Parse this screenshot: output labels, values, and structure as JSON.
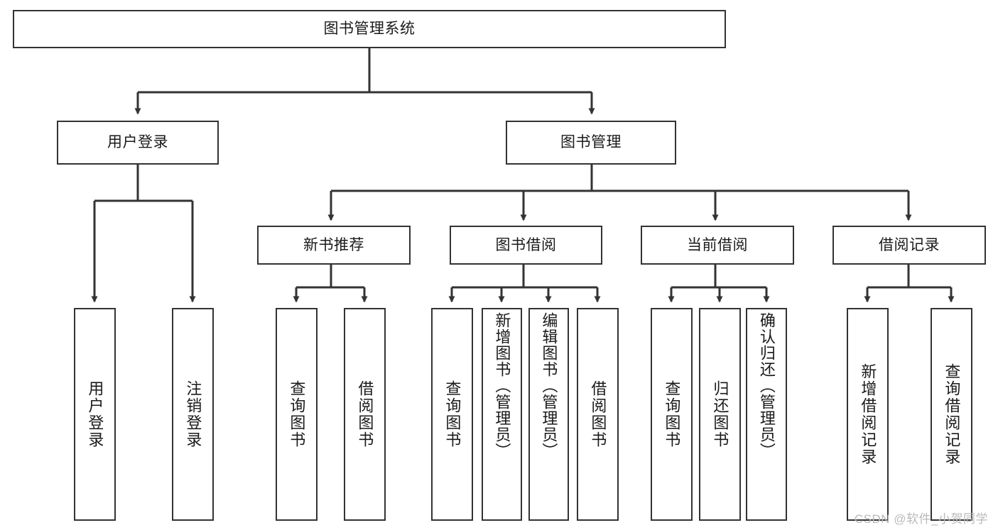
{
  "diagram": {
    "title": "图书管理系统",
    "type": "hierarchy-tree",
    "watermark": "CSDN @软件_小贺同学",
    "nodes": {
      "root": {
        "label": "图书管理系统"
      },
      "level1": [
        {
          "id": "user-login",
          "label": "用户登录"
        },
        {
          "id": "book-management",
          "label": "图书管理"
        }
      ],
      "level2": [
        {
          "id": "new-book-recommend",
          "label": "新书推荐"
        },
        {
          "id": "book-borrow",
          "label": "图书借阅"
        },
        {
          "id": "current-borrow",
          "label": "当前借阅"
        },
        {
          "id": "borrow-record",
          "label": "借阅记录"
        }
      ],
      "leaves": [
        {
          "id": "leaf-user-login",
          "label": "用户登录",
          "parent": "user-login"
        },
        {
          "id": "leaf-user-logout",
          "label": "注销登录",
          "parent": "user-login"
        },
        {
          "id": "leaf-query-book-1",
          "label": "查询图书",
          "parent": "new-book-recommend"
        },
        {
          "id": "leaf-borrow-book-1",
          "label": "借阅图书",
          "parent": "new-book-recommend"
        },
        {
          "id": "leaf-query-book-2",
          "label": "查询图书",
          "parent": "book-borrow"
        },
        {
          "id": "leaf-add-book",
          "label": "新增图书（管理员）",
          "parent": "book-borrow"
        },
        {
          "id": "leaf-edit-book",
          "label": "编辑图书（管理员）",
          "parent": "book-borrow"
        },
        {
          "id": "leaf-borrow-book-2",
          "label": "借阅图书",
          "parent": "book-borrow"
        },
        {
          "id": "leaf-query-book-3",
          "label": "查询图书",
          "parent": "current-borrow"
        },
        {
          "id": "leaf-return-book",
          "label": "归还图书",
          "parent": "current-borrow"
        },
        {
          "id": "leaf-confirm-return",
          "label": "确认归还（管理员）",
          "parent": "current-borrow"
        },
        {
          "id": "leaf-add-record",
          "label": "新增借阅记录",
          "parent": "borrow-record"
        },
        {
          "id": "leaf-query-record",
          "label": "查询借阅记录",
          "parent": "borrow-record"
        }
      ]
    },
    "colors": {
      "stroke": "#333333",
      "box_fill": "#ffffff",
      "text": "#1a1a1a",
      "watermark": "#b9b9b9"
    }
  }
}
